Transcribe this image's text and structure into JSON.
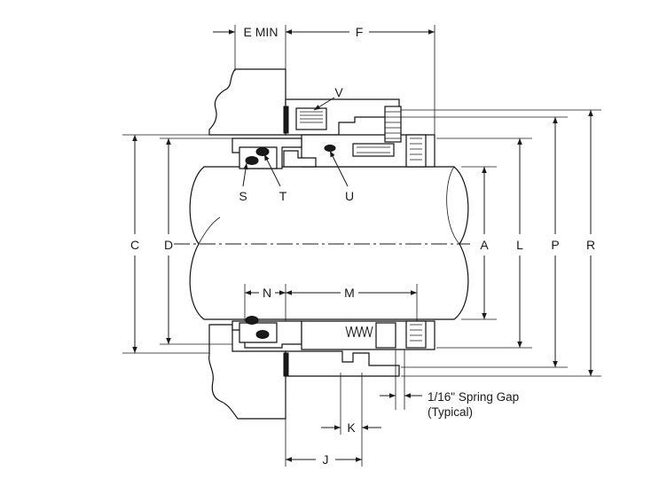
{
  "diagram": {
    "dimension_labels": {
      "e_min": "E MIN",
      "f": "F",
      "v": "V",
      "s": "S",
      "t": "T",
      "u": "U",
      "c": "C",
      "d": "D",
      "a": "A",
      "l": "L",
      "p": "P",
      "r": "R",
      "n": "N",
      "m": "M",
      "k": "K",
      "j": "J"
    },
    "notes": {
      "spring_gap_line1": "1/16\" Spring Gap",
      "spring_gap_line2": "(Typical)"
    }
  }
}
